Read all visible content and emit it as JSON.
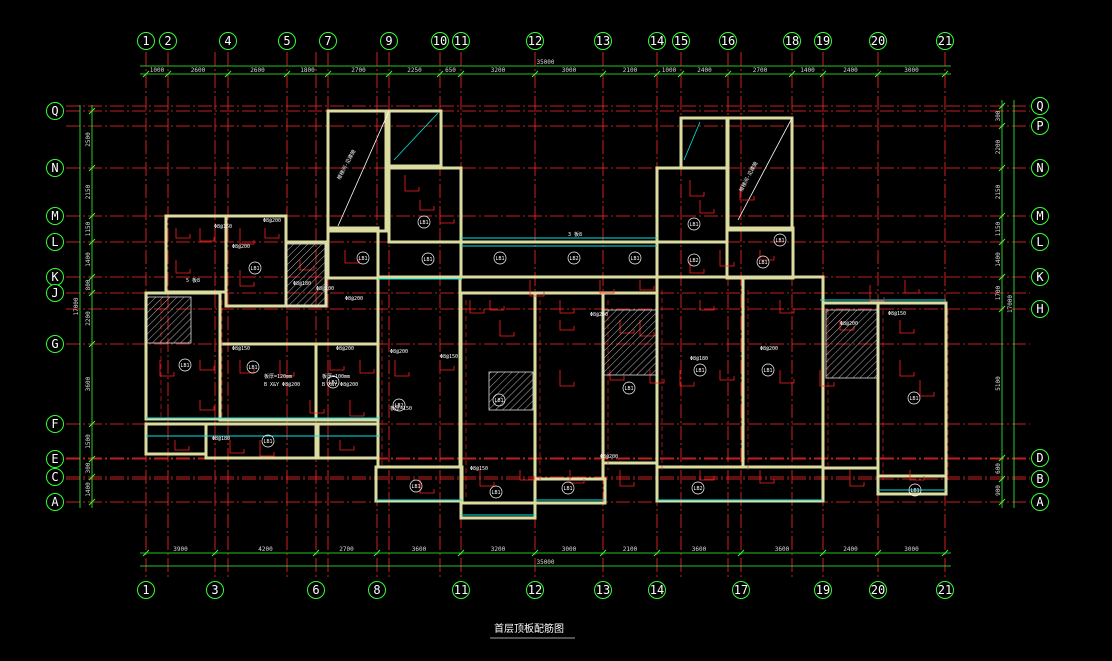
{
  "title": "首层顶板配筋图",
  "axes": {
    "top": [
      "1",
      "2",
      "4",
      "5",
      "7",
      "9",
      "10",
      "11",
      "12",
      "13",
      "14",
      "15",
      "16",
      "18",
      "19",
      "20",
      "21"
    ],
    "bottom": [
      "1",
      "3",
      "6",
      "8",
      "11",
      "12",
      "13",
      "14",
      "17",
      "19",
      "20",
      "21"
    ],
    "left": [
      "Q",
      "N",
      "M",
      "L",
      "K",
      "J",
      "G",
      "F",
      "E",
      "C",
      "A"
    ],
    "right": [
      "Q",
      "P",
      "N",
      "M",
      "L",
      "K",
      "H",
      "D",
      "B",
      "A"
    ]
  },
  "dimensions": {
    "top_segments": [
      "1000",
      "2600",
      "2600",
      "1800",
      "2700",
      "2250",
      "650",
      "3200",
      "3000",
      "2100",
      "1000",
      "2400",
      "2700",
      "1400",
      "2400",
      "3000"
    ],
    "top_total": "35000",
    "bottom_segments": [
      "3900",
      "4200",
      "2700",
      "3600",
      "3200",
      "3000",
      "2100",
      "3600",
      "3600",
      "2400",
      "3000"
    ],
    "bottom_total": "35000",
    "left_segments": [
      "2500",
      "2150",
      "1150",
      "1400",
      "800",
      "2200",
      "3600",
      "1500",
      "300",
      "1400"
    ],
    "left_total": "17000",
    "right_segments": [
      "300",
      "2200",
      "2150",
      "1150",
      "1400",
      "1700",
      "5100",
      "600",
      "900"
    ],
    "right_total": "17000"
  },
  "slab_labels": [
    "LB1",
    "LB1",
    "LB1",
    "LB1",
    "LB2",
    "LB1",
    "LB1",
    "LB1",
    "LB1",
    "LB2",
    "LB1",
    "LB1",
    "LB2",
    "LB1",
    "LB1",
    "LB1",
    "LB1",
    "LB1",
    "LB1",
    "LB2",
    "LB1",
    "LB1",
    "LB1",
    "LB1",
    "LB1",
    "LB1"
  ],
  "rebar_labels": [
    "Φ8@200",
    "Φ8@150",
    "Φ8@200",
    "Φ8@180",
    "Φ8@200",
    "Φ8@150",
    "Φ8@200",
    "Φ8@200",
    "Φ8@150",
    "Φ8@200",
    "Φ8@180",
    "Φ8@200",
    "Φ8@150",
    "Φ8@200",
    "Φ8@200",
    "Φ8@150",
    "Φ8@200",
    "Φ8@180"
  ],
  "notes": [
    "板厚=120mm",
    "B X&Y Φ8@200",
    "板厚=100mm",
    "B X&Y Φ8@200",
    "板厚=150",
    "楼梯间-见建施",
    "楼梯间-见建施",
    "3 板8",
    "5 板8"
  ],
  "colors": {
    "background": "#000000",
    "axis_line": "#ff2a2a",
    "dim_line": "#33ff33",
    "wall": "#dcdca0",
    "beam": "#00e5e5",
    "rebar": "#ff2020",
    "slab_text": "#ffffff",
    "hatch": "#ffffff"
  }
}
